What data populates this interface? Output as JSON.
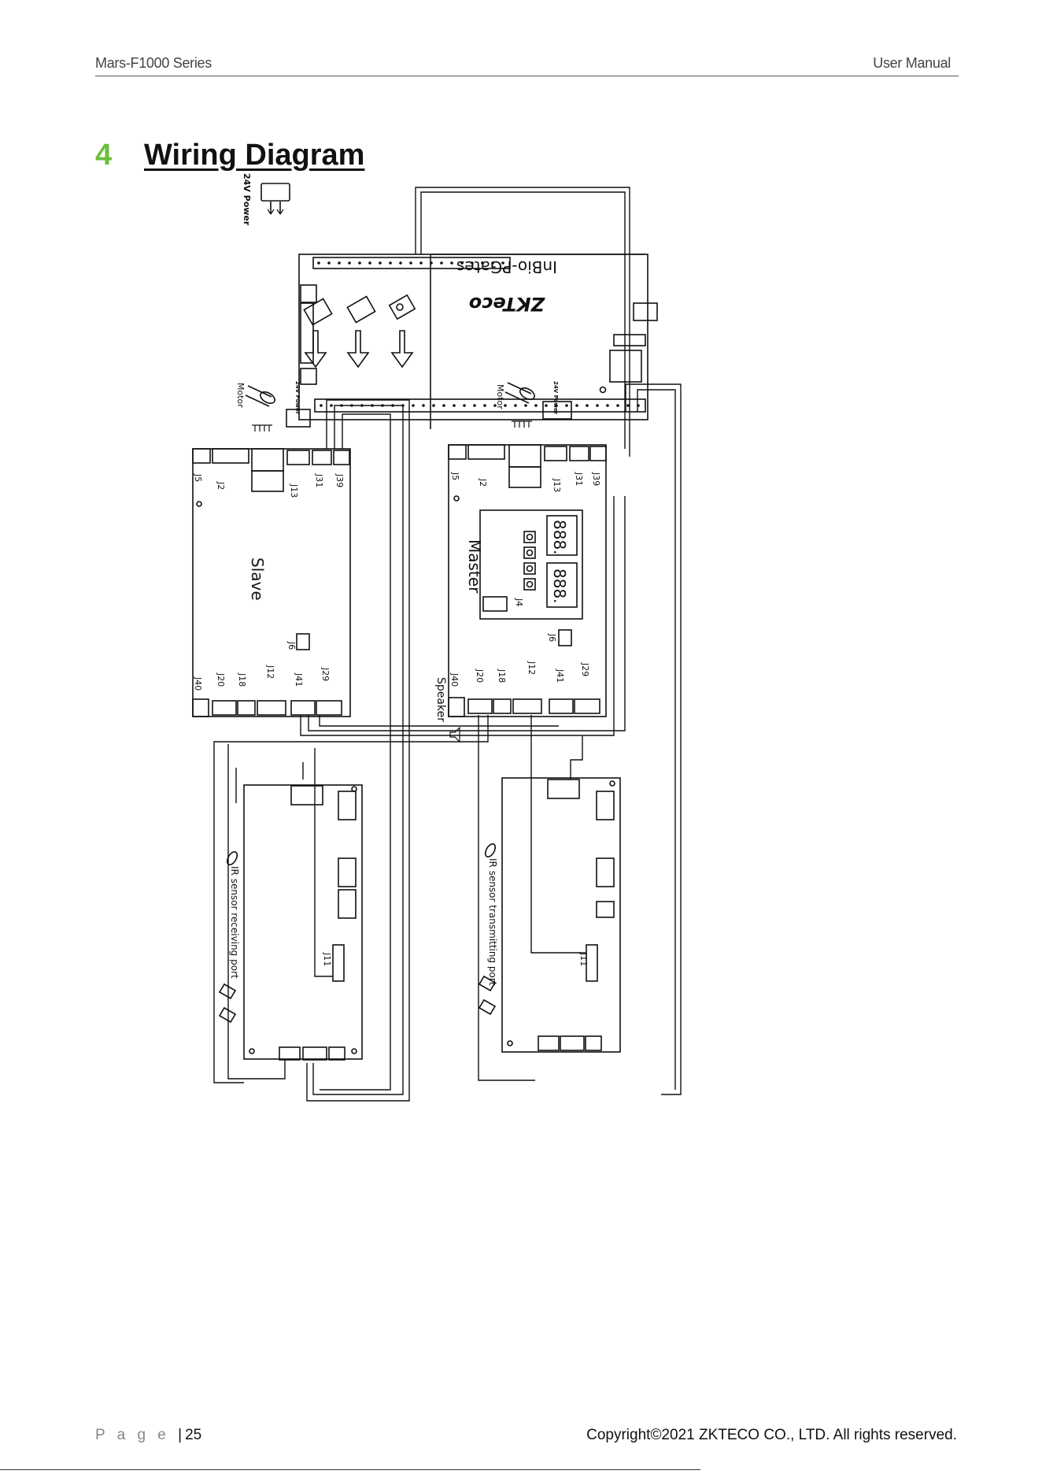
{
  "header": {
    "left": "Mars-F1000 Series",
    "right": "User Manual"
  },
  "section": {
    "number": "4",
    "title": "Wiring Diagram"
  },
  "diagram": {
    "power_main": "24V Power",
    "power_slave": "24V Power",
    "power_master": "24V Power",
    "motor_slave": "Motor",
    "motor_master": "Motor",
    "brand": "ZKTeco",
    "controller_name": "InBio-PGates",
    "slave_label": "Slave",
    "master_label": "Master",
    "speaker_label": "Speaker",
    "display_digits_1": "888.",
    "display_digits_2": "888.",
    "ir_receiving_label": "IR sensor receiving port",
    "ir_transmitting_label": "IR sensor transmitting port",
    "connectors": {
      "j5": "J5",
      "j2": "J2",
      "j13": "J13",
      "j31": "J31",
      "j39": "J39",
      "j6": "J6",
      "j40": "J40",
      "j20": "J20",
      "j18": "J18",
      "j12": "J12",
      "j41": "J41",
      "j29": "J29",
      "j4": "J4",
      "j11": "J11"
    }
  },
  "footer": {
    "page_word": "P a g e",
    "page_number": "25",
    "copyright": "Copyright©2021 ZKTECO CO., LTD.  All rights reserved."
  }
}
